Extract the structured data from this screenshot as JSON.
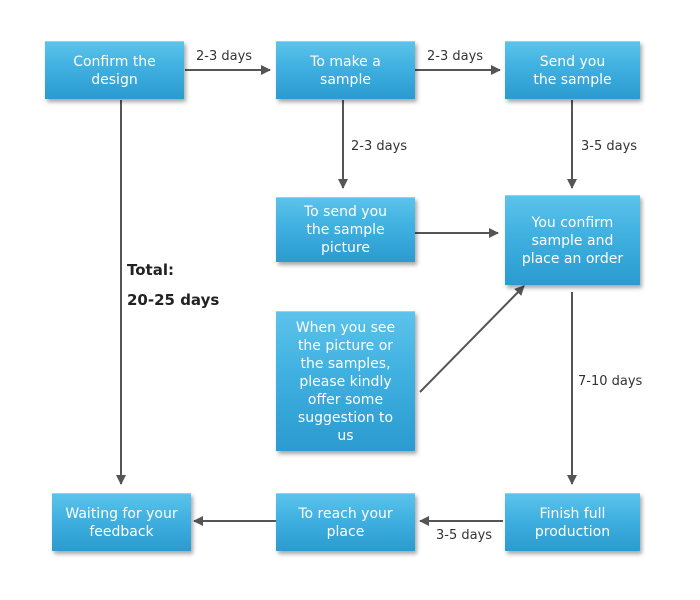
{
  "boxes": {
    "confirm_design": "Confirm the\ndesign",
    "make_sample": "To make a\nsample",
    "send_sample": "Send you\nthe sample",
    "send_picture": "To send you\nthe sample\npicture",
    "confirm_order": "You confirm\nsample and\nplace an order",
    "suggestion": "When you see\nthe picture or\nthe samples,\nplease kindly\noffer some\nsuggestion to\nus",
    "waiting_feedback": "Waiting for your\nfeedback",
    "reach_place": "To reach your\nplace",
    "finish_production": "Finish full\nproduction"
  },
  "labels": {
    "design_to_sample": "2-3 days",
    "sample_to_send": "2-3 days",
    "sample_to_picture": "2-3 days",
    "send_to_confirm": "3-5 days",
    "confirm_to_production": "7-10 days",
    "production_to_reach": "3-5 days"
  },
  "total": {
    "label": "Total:",
    "value": "20-25 days"
  },
  "colors": {
    "box_fill": "#3fb0e0",
    "box_text": "#ffffff",
    "arrow": "#555555"
  }
}
